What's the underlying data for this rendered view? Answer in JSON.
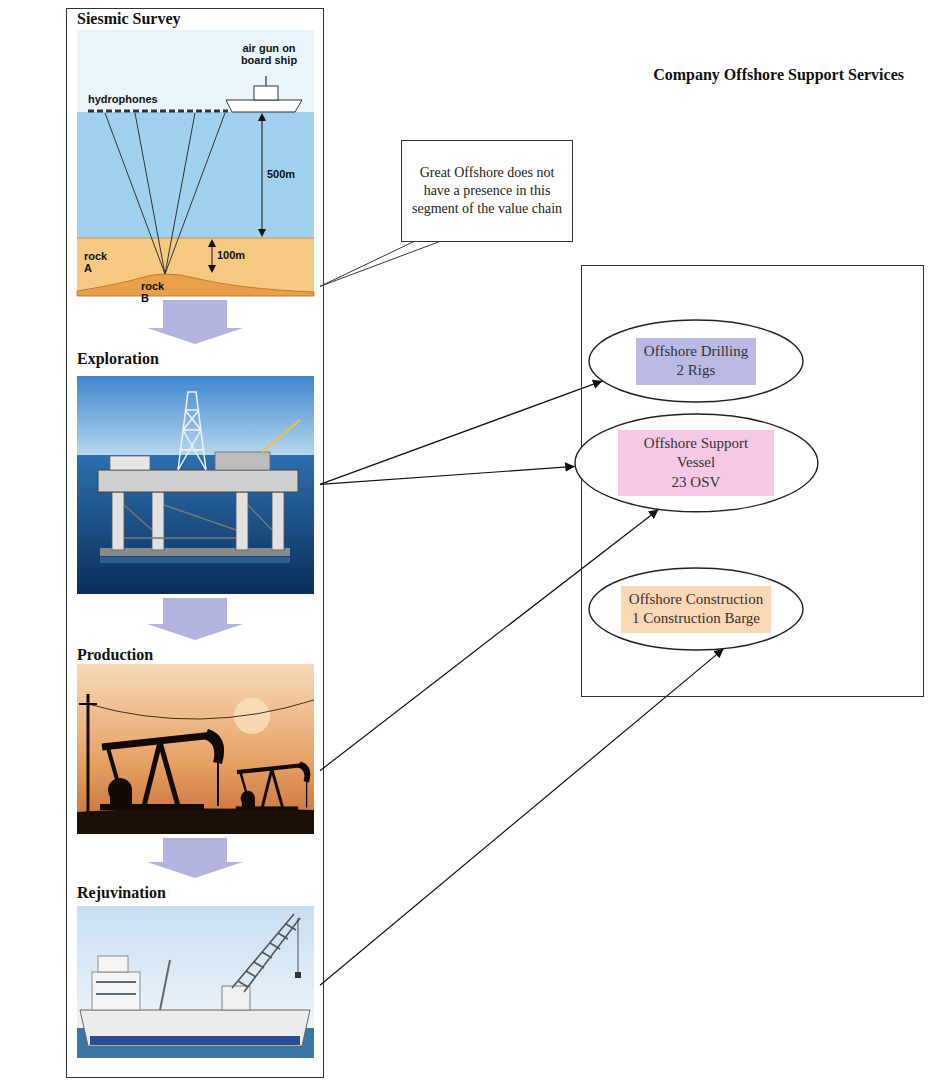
{
  "diagram": {
    "nodes": [
      {
        "text": [
          "Siesmic Survey"
        ]
      },
      {
        "text": [
          "Great Offshore does not have a presence in this segment of the value chain"
        ]
      },
      {
        "text": [
          "Exploration"
        ]
      },
      {
        "text": [
          "Company Offshore Support Services"
        ]
      },
      {
        "text": [
          "Offshore Drilling",
          "2 Rigs"
        ],
        "in": 3
      },
      {
        "text": [
          "Offshore Support Vessel",
          "23 OSV"
        ],
        "in": 3
      },
      {
        "text": [
          "Offshore Construction",
          "1 Construction Barge"
        ],
        "in": 3
      },
      {
        "text": [
          "Production"
        ]
      },
      {
        "text": [
          "Rejuvination"
        ]
      }
    ],
    "edges": [
      {
        "from": 1,
        "to": 0,
        "arrow": "none"
      },
      {
        "from": 0,
        "to": 2,
        "arrow": "to"
      },
      {
        "from": 2,
        "to": 7,
        "arrow": "to"
      },
      {
        "from": 7,
        "to": 8,
        "arrow": "to"
      },
      {
        "from": 2,
        "to": 4,
        "arrow": "to"
      },
      {
        "from": 2,
        "to": 5,
        "arrow": "to"
      },
      {
        "from": 7,
        "to": 5,
        "arrow": "to"
      },
      {
        "from": 8,
        "to": 6,
        "arrow": "to"
      }
    ],
    "labels": [
      "hydrophones",
      "air gun on board ship",
      "500m",
      "rock A",
      "100m",
      "rock B"
    ]
  }
}
